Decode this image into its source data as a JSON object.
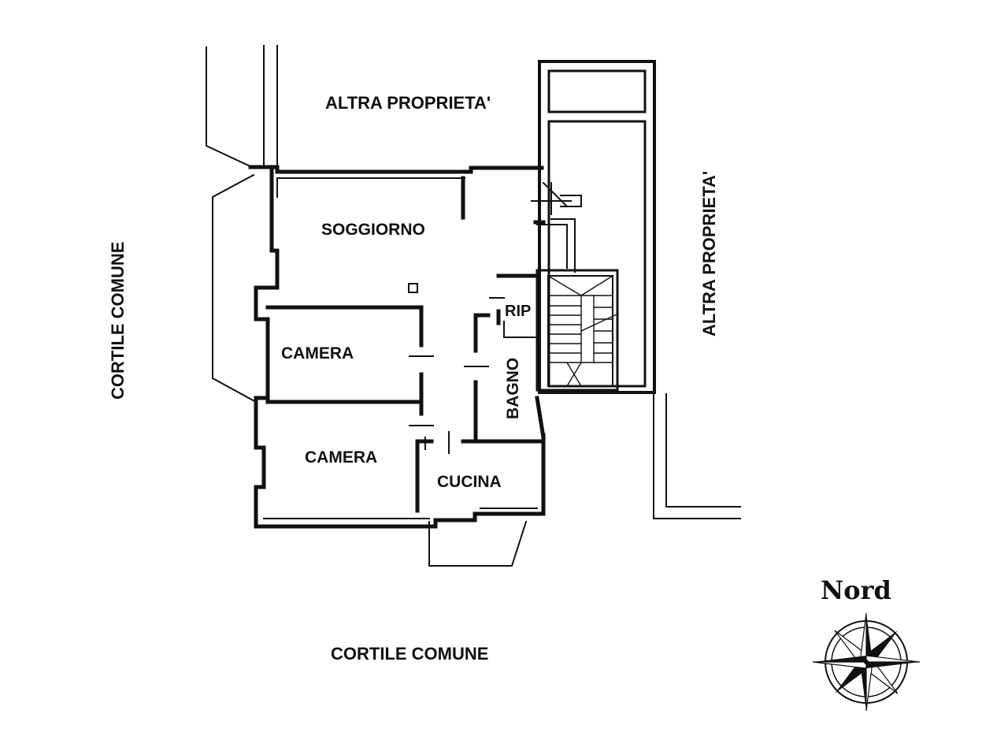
{
  "plan": {
    "neighbors": {
      "north": "ALTRA PROPRIETA'",
      "east": "ALTRA PROPRIETA'",
      "west": "CORTILE COMUNE",
      "south": "CORTILE COMUNE"
    },
    "rooms": {
      "living": "SOGGIORNO",
      "bedroom_1": "CAMERA",
      "bedroom_2": "CAMERA",
      "storage": "RIP",
      "bathroom": "BAGNO",
      "kitchen": "CUCINA"
    },
    "compass": {
      "label": "Nord",
      "icon": "compass-rose-icon"
    },
    "colors": {
      "ink": "#111111",
      "paper": "#ffffff"
    }
  }
}
